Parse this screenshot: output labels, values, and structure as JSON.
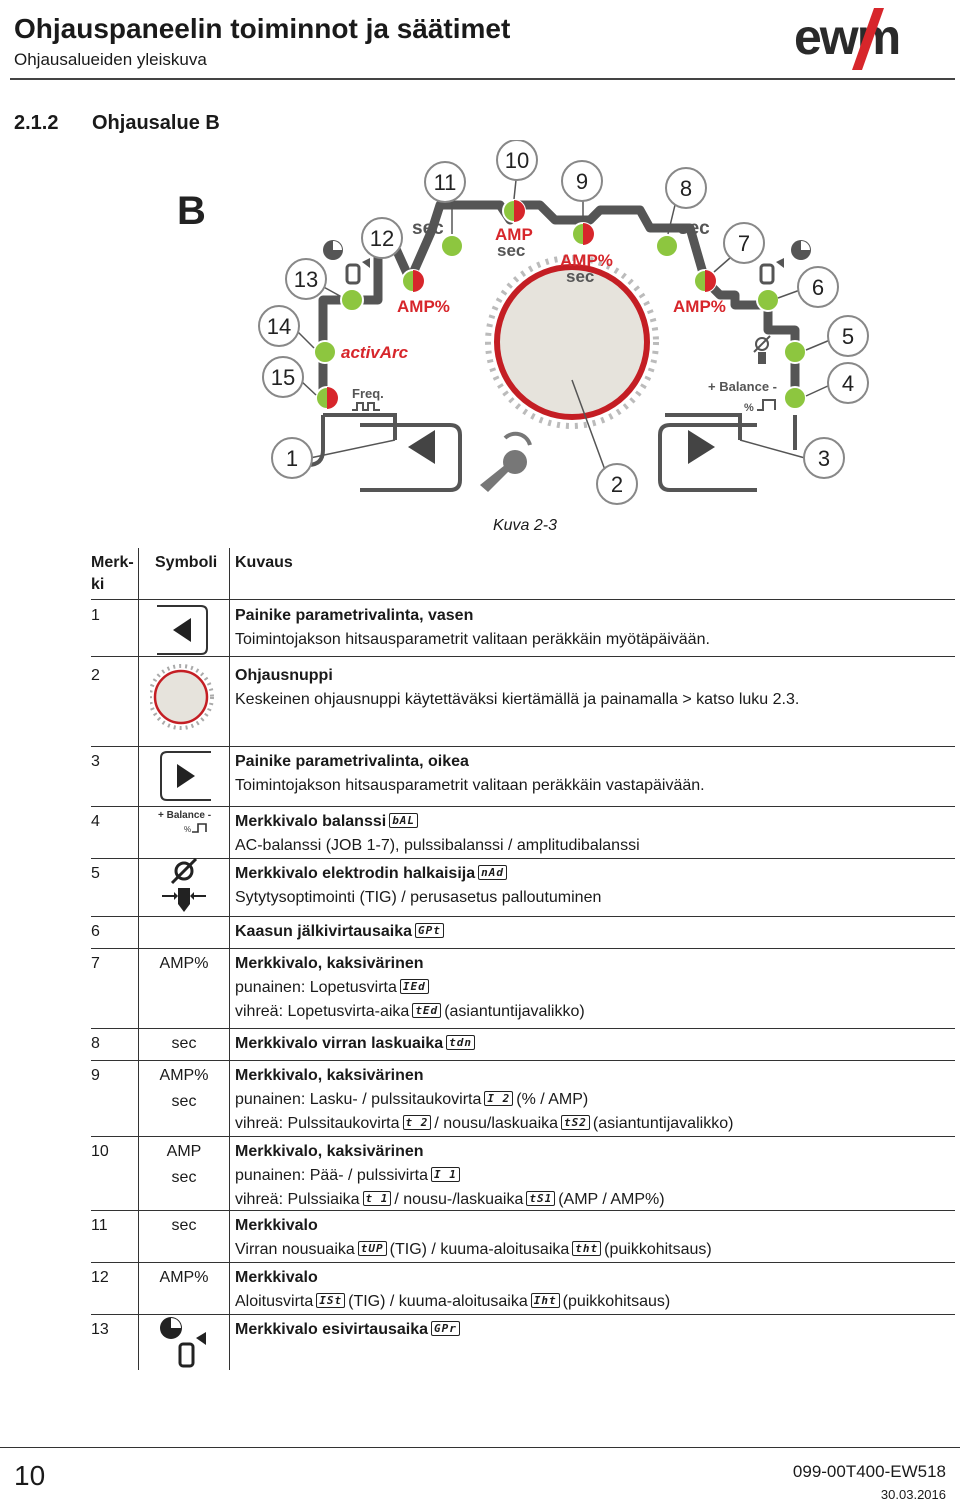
{
  "header": {
    "title": "Ohjauspaneelin toiminnot ja säätimet",
    "subtitle": "Ohjausalueiden yleiskuva",
    "logo_text": "ewm"
  },
  "section": {
    "number": "2.1.2",
    "title": "Ohjausalue B"
  },
  "diagram": {
    "area_letter": "B",
    "callouts": [
      "1",
      "2",
      "3",
      "4",
      "5",
      "6",
      "7",
      "8",
      "9",
      "10",
      "11",
      "12",
      "13",
      "14",
      "15"
    ],
    "labels": {
      "sec_left": "sec",
      "sec_right": "sec",
      "amp_sec_top": "AMP",
      "amp_sec_bottom": "sec",
      "amppct_top": "AMP%",
      "amppct_bottom": "sec",
      "amppct_left": "AMP%",
      "amppct_right": "AMP%",
      "activarc": "activArc",
      "freq": "Freq.",
      "balance": "+ Balance -",
      "balance_pct": "%"
    },
    "colors": {
      "green": "#8dc63f",
      "red": "#d7262b",
      "grey": "#555555",
      "knob_ring": "#c41e24",
      "knob_fill": "#e6e3dc"
    },
    "caption": "Kuva 2-3"
  },
  "table": {
    "headers": {
      "col1": "Merk-\nki",
      "col2": "Symboli",
      "col3": "Kuvaus"
    },
    "rows": [
      {
        "num": "1",
        "symbol": "",
        "lines": [
          {
            "text": "Painike parametrivalinta, vasen",
            "bold": true
          },
          {
            "text": "Toimintojakson hitsausparametrit valitaan peräkkäin myötäpäivään."
          }
        ]
      },
      {
        "num": "2",
        "symbol": "",
        "lines": [
          {
            "text": "Ohjausnuppi",
            "bold": true
          },
          {
            "text": "Keskeinen ohjausnuppi käytettäväksi kiertämällä ja painamalla  > katso luku 2.3."
          }
        ]
      },
      {
        "num": "3",
        "symbol": "",
        "lines": [
          {
            "text": "Painike parametrivalinta, oikea",
            "bold": true
          },
          {
            "text": "Toimintojakson hitsausparametrit valitaan peräkkäin vastapäivään."
          }
        ]
      },
      {
        "num": "4",
        "symbol": "+ Balance -",
        "lines": [
          {
            "text": "Merkkivalo balanssi",
            "bold": true,
            "lcd": "bAL"
          },
          {
            "text": "AC-balanssi (JOB 1-7), pulssibalanssi / amplitudibalanssi"
          }
        ]
      },
      {
        "num": "5",
        "symbol": "",
        "lines": [
          {
            "text": "Merkkivalo elektrodin halkaisija",
            "bold": true,
            "lcd": "nAd"
          },
          {
            "text": "Sytytysoptimointi (TIG) / perusasetus palloutuminen"
          }
        ]
      },
      {
        "num": "6",
        "symbol": "",
        "lines": [
          {
            "text": "Kaasun jälkivirtausaika",
            "bold": true,
            "lcd": "GPt"
          }
        ]
      },
      {
        "num": "7",
        "symbol": "AMP%",
        "lines": [
          {
            "text": "Merkkivalo, kaksivärinen",
            "bold": true
          },
          {
            "text": "punainen: Lopetusvirta",
            "lcd": "IEd"
          },
          {
            "text": "vihreä: Lopetusvirta-aika",
            "lcd": "tEd",
            "after": "(asiantuntijavalikko)"
          }
        ]
      },
      {
        "num": "8",
        "symbol": "sec",
        "lines": [
          {
            "text": "Merkkivalo virran laskuaika",
            "bold": true,
            "lcd": "tdn"
          }
        ]
      },
      {
        "num": "9",
        "symbol": "AMP%",
        "symbol2": "sec",
        "lines": [
          {
            "text": "Merkkivalo, kaksivärinen",
            "bold": true
          },
          {
            "text": "punainen: Lasku- / pulssitaukovirta",
            "lcd": "I 2",
            "after": "(% / AMP)"
          },
          {
            "text": "vihreä: Pulssitaukovirta",
            "lcd": "t 2",
            "after": "/ nousu/laskuaika",
            "lcd2": "tS2",
            "after2": "(asiantuntijavalikko)"
          }
        ]
      },
      {
        "num": "10",
        "symbol": "AMP",
        "symbol2": "sec",
        "lines": [
          {
            "text": "Merkkivalo, kaksivärinen",
            "bold": true
          },
          {
            "text": "punainen: Pää- / pulssivirta",
            "lcd": "I 1"
          },
          {
            "text": "vihreä: Pulssiaika",
            "lcd": "t 1",
            "after": "/ nousu-/laskuaika",
            "lcd2": "tS1",
            "after2": "(AMP / AMP%)"
          }
        ]
      },
      {
        "num": "11",
        "symbol": "sec",
        "lines": [
          {
            "text": "Merkkivalo",
            "bold": true
          },
          {
            "text": "Virran nousuaika",
            "lcd": "tUP",
            "after": "(TIG) / kuuma-aloitusaika",
            "lcd2": "tht",
            "after2": "(puikkohitsaus)"
          }
        ]
      },
      {
        "num": "12",
        "symbol": "AMP%",
        "lines": [
          {
            "text": "Merkkivalo",
            "bold": true
          },
          {
            "text": "Aloitusvirta",
            "lcd": "ISt",
            "after": "(TIG) / kuuma-aloitusaika",
            "lcd2": "Iht",
            "after2": "(puikkohitsaus)"
          }
        ]
      },
      {
        "num": "13",
        "symbol": "",
        "lines": [
          {
            "text": "Merkkivalo esivirtausaika",
            "bold": true,
            "lcd": "GPr"
          }
        ]
      }
    ]
  },
  "footer": {
    "page": "10",
    "doc_number": "099-00T400-EW518",
    "date": "30.03.2016"
  }
}
